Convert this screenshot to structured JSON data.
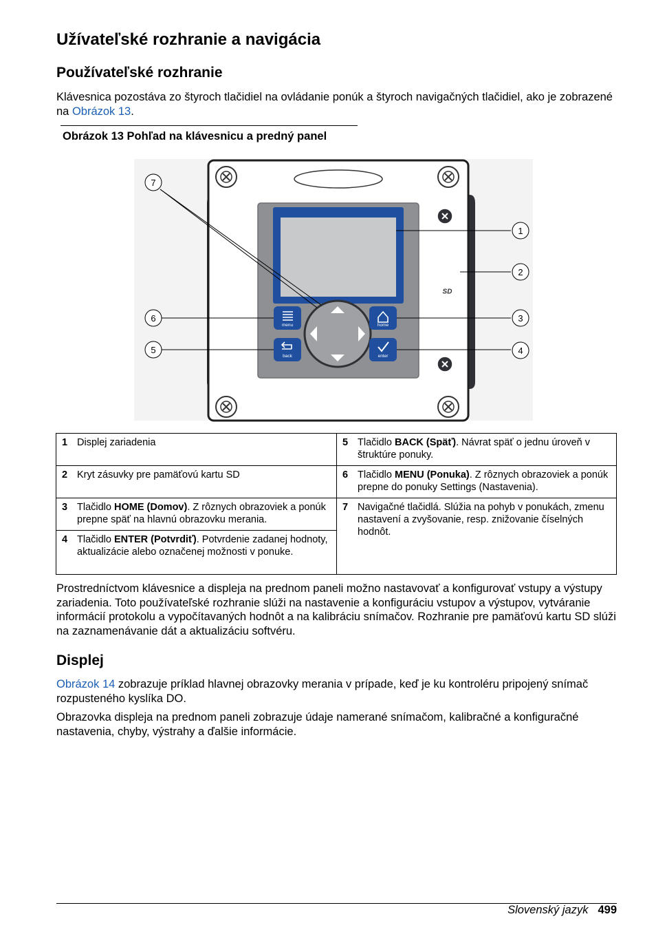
{
  "page": {
    "title": "Užívateľské rozhranie a navigácia",
    "section1": {
      "heading": "Používateľské rozhranie",
      "intro_before": "Klávesnica pozostáva zo štyroch tlačidiel na ovládanie ponúk a štyroch navigačných tlačidiel, ako je zobrazené na ",
      "intro_link": "Obrázok 13",
      "intro_after": "."
    },
    "figure": {
      "caption": "Obrázok 13  Pohľad na klávesnicu a predný panel",
      "callouts": [
        "1",
        "2",
        "3",
        "4",
        "5",
        "6",
        "7"
      ],
      "btn_menu": "menu",
      "btn_home": "home",
      "btn_back": "back",
      "btn_enter": "enter",
      "sd_label": "SD"
    },
    "legend": {
      "items": [
        {
          "n": "1",
          "pre": "Displej zariadenia",
          "bold": "",
          "post": ""
        },
        {
          "n": "5",
          "pre": "Tlačidlo ",
          "bold": "BACK (Späť)",
          "post": ". Návrat späť o jednu úroveň v štruktúre ponuky."
        },
        {
          "n": "2",
          "pre": "Kryt zásuvky pre pamäťovú kartu SD",
          "bold": "",
          "post": ""
        },
        {
          "n": "6",
          "pre": "Tlačidlo ",
          "bold": "MENU (Ponuka)",
          "post": ". Z rôznych obrazoviek a ponúk prepne do ponuky Settings (Nastavenia)."
        },
        {
          "n": "3",
          "pre": "Tlačidlo ",
          "bold": "HOME (Domov)",
          "post": ". Z rôznych obrazoviek a ponúk prepne späť na hlavnú obrazovku merania."
        },
        {
          "n": "7",
          "pre": "Navigačné tlačidlá. Slúžia na pohyb v ponukách, zmenu nastavení a zvyšovanie, resp. znižovanie číselných hodnôt.",
          "bold": "",
          "post": ""
        },
        {
          "n": "4",
          "pre": "Tlačidlo ",
          "bold": "ENTER (Potvrdiť)",
          "post": ". Potvrdenie zadanej hodnoty, aktualizácie alebo označenej možnosti v ponuke."
        }
      ]
    },
    "para2": "Prostredníctvom klávesnice a displeja na prednom paneli možno nastavovať a konfigurovať vstupy a výstupy zariadenia. Toto používateľské rozhranie slúži na nastavenie a konfiguráciu vstupov a výstupov, vytváranie informácií protokolu a vypočítavaných hodnôt a na kalibráciu snímačov. Rozhranie pre pamäťovú kartu SD slúži na zaznamenávanie dát a aktualizáciu softvéru.",
    "section2": {
      "heading": "Displej",
      "p1_link": "Obrázok 14",
      "p1_after": " zobrazuje príklad hlavnej obrazovky merania v prípade, keď je ku kontroléru pripojený snímač rozpusteného kyslíka DO.",
      "p2": "Obrazovka displeja na prednom paneli zobrazuje údaje namerané snímačom, kalibračné a konfiguračné nastavenia, chyby, výstrahy a ďalšie informácie."
    },
    "footer": {
      "language": "Slovenský jazyk",
      "page_number": "499"
    }
  }
}
